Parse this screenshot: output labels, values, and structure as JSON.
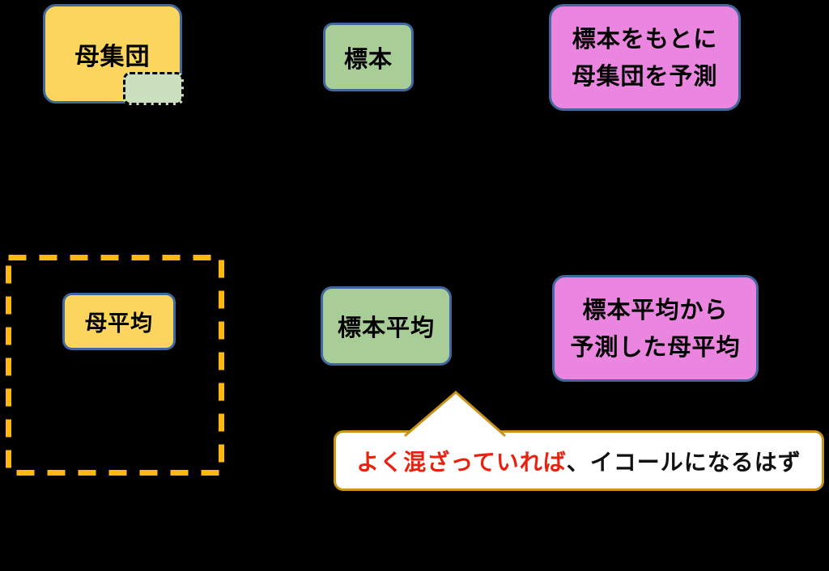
{
  "canvas": {
    "background": "#000000"
  },
  "colors": {
    "yellow_fill": "#FCD55F",
    "green_fill": "#A9CD96",
    "light_green_fill": "#CBE0BE",
    "pink_fill": "#EA86DF",
    "blue_border": "#41689E",
    "orange_dash": "#FDB912",
    "callout_border": "#C9941C",
    "callout_red": "#E8220E"
  },
  "row_top": {
    "population_box": {
      "label": "母集団"
    },
    "sample_box": {
      "label": "標本"
    },
    "predict_box": {
      "line1": "標本をもとに",
      "line2": "母集団を予測"
    }
  },
  "row_middle": {
    "population_mean_box": {
      "label": "母平均"
    },
    "sample_mean_box": {
      "label": "標本平均"
    },
    "predicted_mean_box": {
      "line1": "標本平均から",
      "line2": "予測した母平均"
    }
  },
  "callout": {
    "red_text": "よく混ざっていれば",
    "black_text": "、イコールになるはず"
  }
}
